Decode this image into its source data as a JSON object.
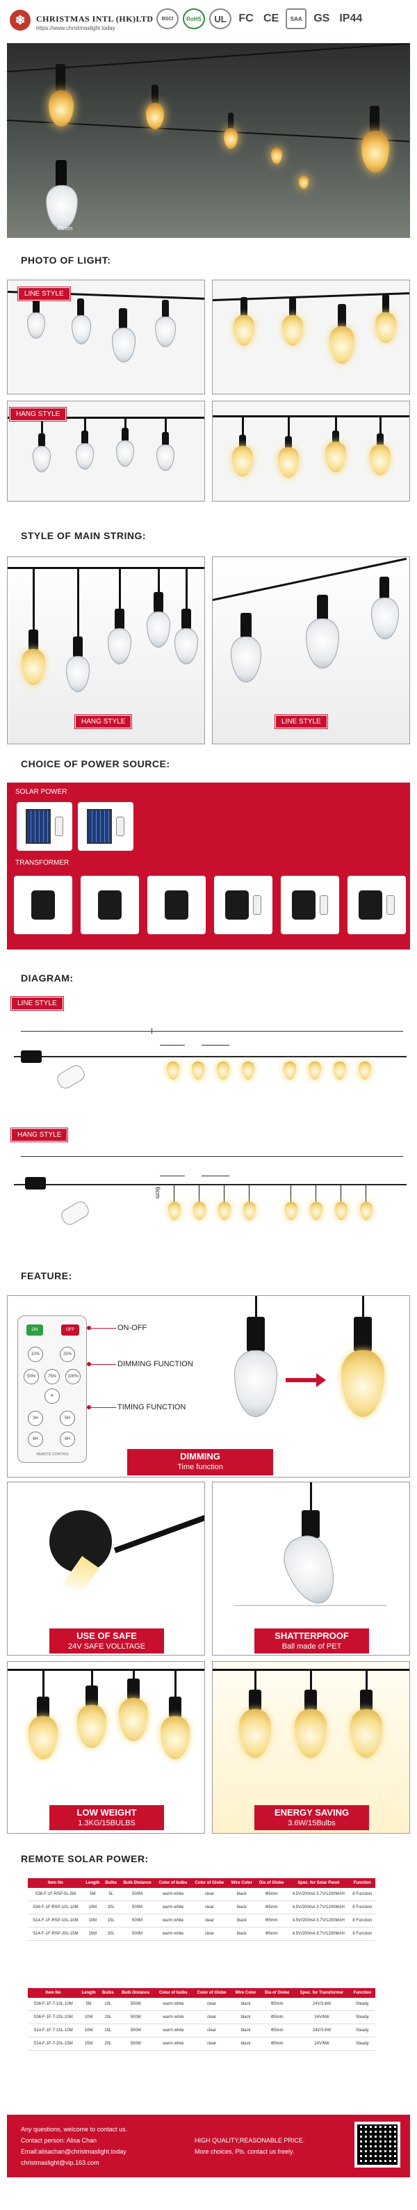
{
  "header": {
    "company_name": "CHRISTMAS INTL (HK)LTD",
    "website": "https://www.christmaslight.today",
    "logo_glyph": "❄",
    "certifications": [
      "BSCI",
      "RoHS",
      "UL",
      "FC",
      "CE",
      "SAA",
      "GS",
      "IP44"
    ]
  },
  "hero": {
    "bulb_size_label": "45mm"
  },
  "photo_of_light": {
    "title": "PHOTO OF LIGHT:",
    "line_style_label": "LINE STYLE",
    "hang_style_label": "HANG STYLE"
  },
  "main_string": {
    "title": "STYLE OF MAIN STRING:",
    "hang_style_label": "HANG STYLE",
    "line_style_label": "LINE STYLE"
  },
  "power_source": {
    "title": "CHOICE OF POWER SOURCE:",
    "solar_label": "SOLAR POWER",
    "transformer_label": "TRANSFORMER"
  },
  "diagram": {
    "title": "DIAGRAM:",
    "line_style_label": "LINE STYLE",
    "hang_style_label": "HANG STYLE",
    "drop_label": "6cm"
  },
  "feature": {
    "title": "FEATURE:",
    "callouts": [
      "ON-OFF",
      "DIMMING FUNCTION",
      "TIMING FUNCTION"
    ],
    "remote_buttons": {
      "on": "ON",
      "off": "OFF",
      "levels": [
        "10%",
        "25%",
        "50%",
        "75%",
        "100%",
        "☀"
      ],
      "timers": [
        "3H",
        "5H",
        "6H",
        "8H"
      ],
      "brand": "REMOTE CONTROL"
    },
    "dimming": {
      "main": "DIMMING",
      "sub": "Time function"
    },
    "safe": {
      "main": "USE OF SAFE",
      "sub": "24V SAFE VOLLTAGE"
    },
    "shatterproof": {
      "main": "SHATTERPROOF",
      "sub": "Ball made of PET"
    },
    "low_weight": {
      "main": "LOW WEIGHT",
      "sub": "1.3KG/15BULBS"
    },
    "energy_saving": {
      "main": "ENERGY SAVING",
      "sub": "3.6W/15Bulbs"
    }
  },
  "remote_solar": {
    "title": "REMOTE SOLAR POWER:",
    "table1": {
      "headers": [
        "Item No",
        "Length",
        "Bulbs",
        "Bulb Distance",
        "Color of bulbs",
        "Color of Globe",
        "Wire Color",
        "Dia of Globe",
        "Spec. for Solar Panel",
        "Function"
      ],
      "rows": [
        [
          "S36-F-1F-RSP-5L-5M",
          "5M",
          "5L",
          "500M",
          "warm white",
          "clear",
          "black",
          "Φ5mm",
          "4.5V/200mA 3.7V/1200MAH",
          "8 Function"
        ],
        [
          "S36-F-1F-RSP-10L-10M",
          "10M",
          "20L",
          "500M",
          "warm white",
          "clear",
          "black",
          "Φ5mm",
          "4.5V/200mA 3.7V/1200MAH",
          "8 Function"
        ],
        [
          "S14-F-1F-RSP-10L-10M",
          "10M",
          "15L",
          "500M",
          "warm white",
          "clear",
          "black",
          "Φ5mm",
          "4.5V/200mA 3.7V/1200MAH",
          "8 Function"
        ],
        [
          "S14-F-1F-RSP-20L-15M",
          "15M",
          "20L",
          "500M",
          "warm white",
          "clear",
          "black",
          "Φ5mm",
          "4.5V/200mA 3.7V/1200MAH",
          "8 Function"
        ]
      ]
    },
    "table2": {
      "headers": [
        "Item No",
        "Length",
        "Bulbs",
        "Bulb Distance",
        "Color of bulbs",
        "Color of Globe",
        "Wire Color",
        "Dia of Globe",
        "Spec. for Transformer",
        "Function"
      ],
      "rows": [
        [
          "S36-F-1F-T-10L-10M",
          "5M",
          "10L",
          "500M",
          "warm white",
          "clear",
          "black",
          "Φ5mm",
          "24V/3.6W",
          "Steady"
        ],
        [
          "S36-F-1F-T-20L-10M",
          "10M",
          "20L",
          "500M",
          "warm white",
          "clear",
          "black",
          "Φ5mm",
          "24V/6W",
          "Steady"
        ],
        [
          "S14-F-1F-T-15L-10M",
          "10M",
          "15L",
          "500M",
          "warm white",
          "clear",
          "black",
          "Φ5mm",
          "24V/3.6W",
          "Steady"
        ],
        [
          "S14-F-1F-T-20L-15M",
          "15M",
          "20L",
          "500M",
          "warm white",
          "clear",
          "black",
          "Φ5mm",
          "24V/6W",
          "Steady"
        ]
      ]
    }
  },
  "footer": {
    "welcome": "Any questions, welcome to contact us.",
    "contact": "Contact person: Alisa Chan",
    "email": "Email:alisachan@christmaslight.today",
    "email2": "christmaslight@vip.163.com",
    "tagline": "HIGH QUALITY,REASONABLE PRICE.",
    "more": "More choices, Pls. contact us freely."
  },
  "colors": {
    "accent": "#c8102e",
    "text": "#222222"
  }
}
